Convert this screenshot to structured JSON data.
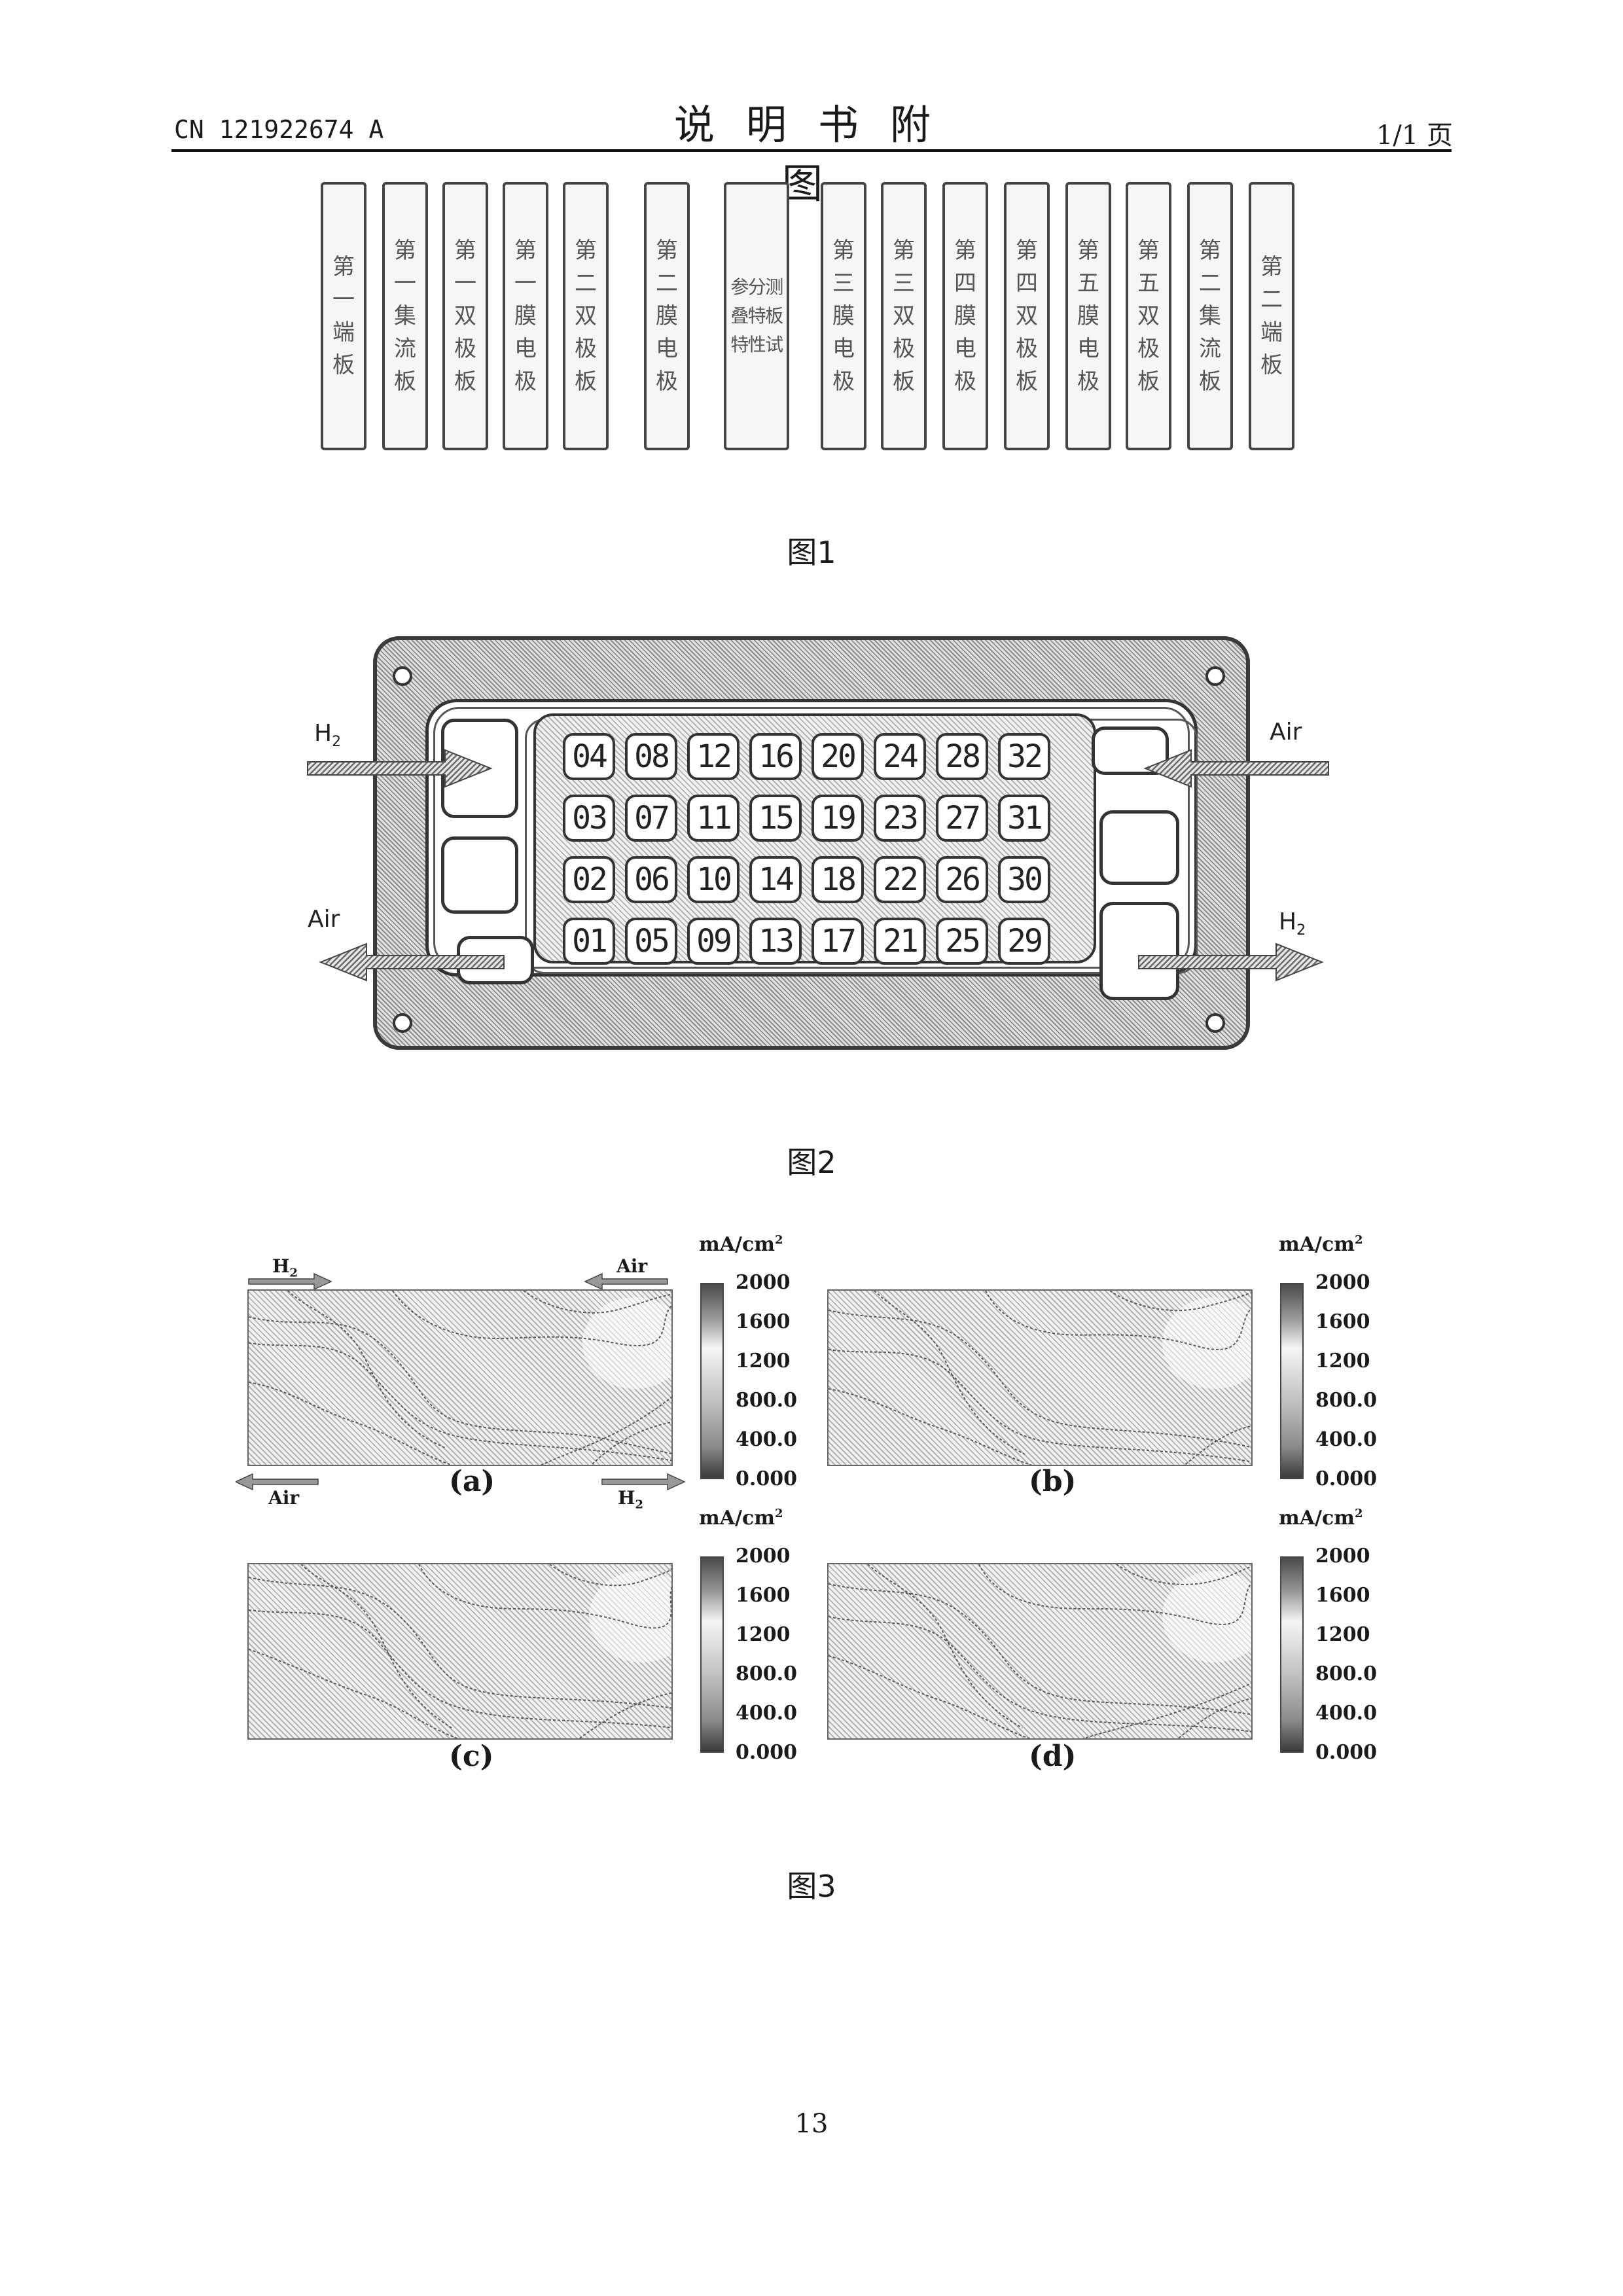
{
  "header": {
    "patent_number": "CN 121922674 A",
    "title": "说明书附图",
    "page_info": "1/1 页"
  },
  "figure1": {
    "caption": "图1",
    "plates": [
      [
        "第",
        "一",
        "端",
        "板"
      ],
      [
        "第",
        "一",
        "集",
        "流",
        "板"
      ],
      [
        "第",
        "一",
        "双",
        "极",
        "板"
      ],
      [
        "第",
        "一",
        "膜",
        "电",
        "极"
      ],
      [
        "第",
        "二",
        "双",
        "极",
        "板"
      ],
      [
        "第",
        "二",
        "膜",
        "电",
        "极"
      ],
      [
        "参",
        "分",
        "测",
        "叠",
        "特",
        "板",
        "特",
        "性",
        "试"
      ],
      [
        "第",
        "三",
        "膜",
        "电",
        "极"
      ],
      [
        "第",
        "三",
        "双",
        "极",
        "板"
      ],
      [
        "第",
        "四",
        "膜",
        "电",
        "极"
      ],
      [
        "第",
        "四",
        "双",
        "极",
        "板"
      ],
      [
        "第",
        "五",
        "膜",
        "电",
        "极"
      ],
      [
        "第",
        "五",
        "双",
        "极",
        "板"
      ],
      [
        "第",
        "二",
        "集",
        "流",
        "板"
      ],
      [
        "第",
        "二",
        "端",
        "板"
      ]
    ]
  },
  "figure2": {
    "caption": "图2",
    "rows": [
      [
        "04",
        "08",
        "12",
        "16",
        "20",
        "24",
        "28",
        "32"
      ],
      [
        "03",
        "07",
        "11",
        "15",
        "19",
        "23",
        "27",
        "31"
      ],
      [
        "02",
        "06",
        "10",
        "14",
        "18",
        "22",
        "26",
        "30"
      ],
      [
        "01",
        "05",
        "09",
        "13",
        "17",
        "21",
        "25",
        "29"
      ]
    ],
    "labels": {
      "h2_in": "H",
      "h2_in_sub": "2",
      "air_in": "Air",
      "air_out": "Air",
      "h2_out": "H",
      "h2_out_sub": "2"
    }
  },
  "figure3": {
    "caption": "图3",
    "colorbar_unit": "mA/cm",
    "colorbar_unit_sup": "2",
    "colorbar_ticks": [
      "2000",
      "1600",
      "1200",
      "800.0",
      "400.0",
      "0.000"
    ],
    "panels": [
      "(a)",
      "(b)",
      "(c)",
      "(d)"
    ],
    "flow_labels": {
      "top_left": "H",
      "top_left_sub": "2",
      "top_right": "Air",
      "bottom_left": "Air",
      "bottom_right": "H",
      "bottom_right_sub": "2"
    }
  },
  "page_number": "13"
}
